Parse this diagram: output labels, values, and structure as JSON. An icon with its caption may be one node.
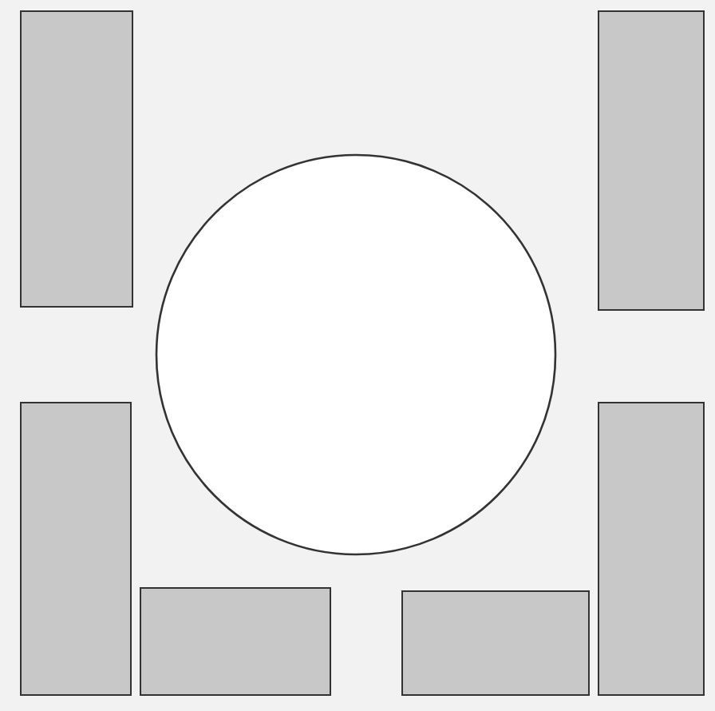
{
  "diagram": {
    "nodes": [
      {
        "text": [],
        "shape": "box"
      },
      {
        "text": [],
        "shape": "box"
      },
      {
        "text": [],
        "shape": "circle"
      },
      {
        "text": [],
        "shape": "box"
      },
      {
        "text": [],
        "shape": "box"
      },
      {
        "text": [],
        "shape": "box"
      },
      {
        "text": [],
        "shape": "box"
      }
    ]
  }
}
